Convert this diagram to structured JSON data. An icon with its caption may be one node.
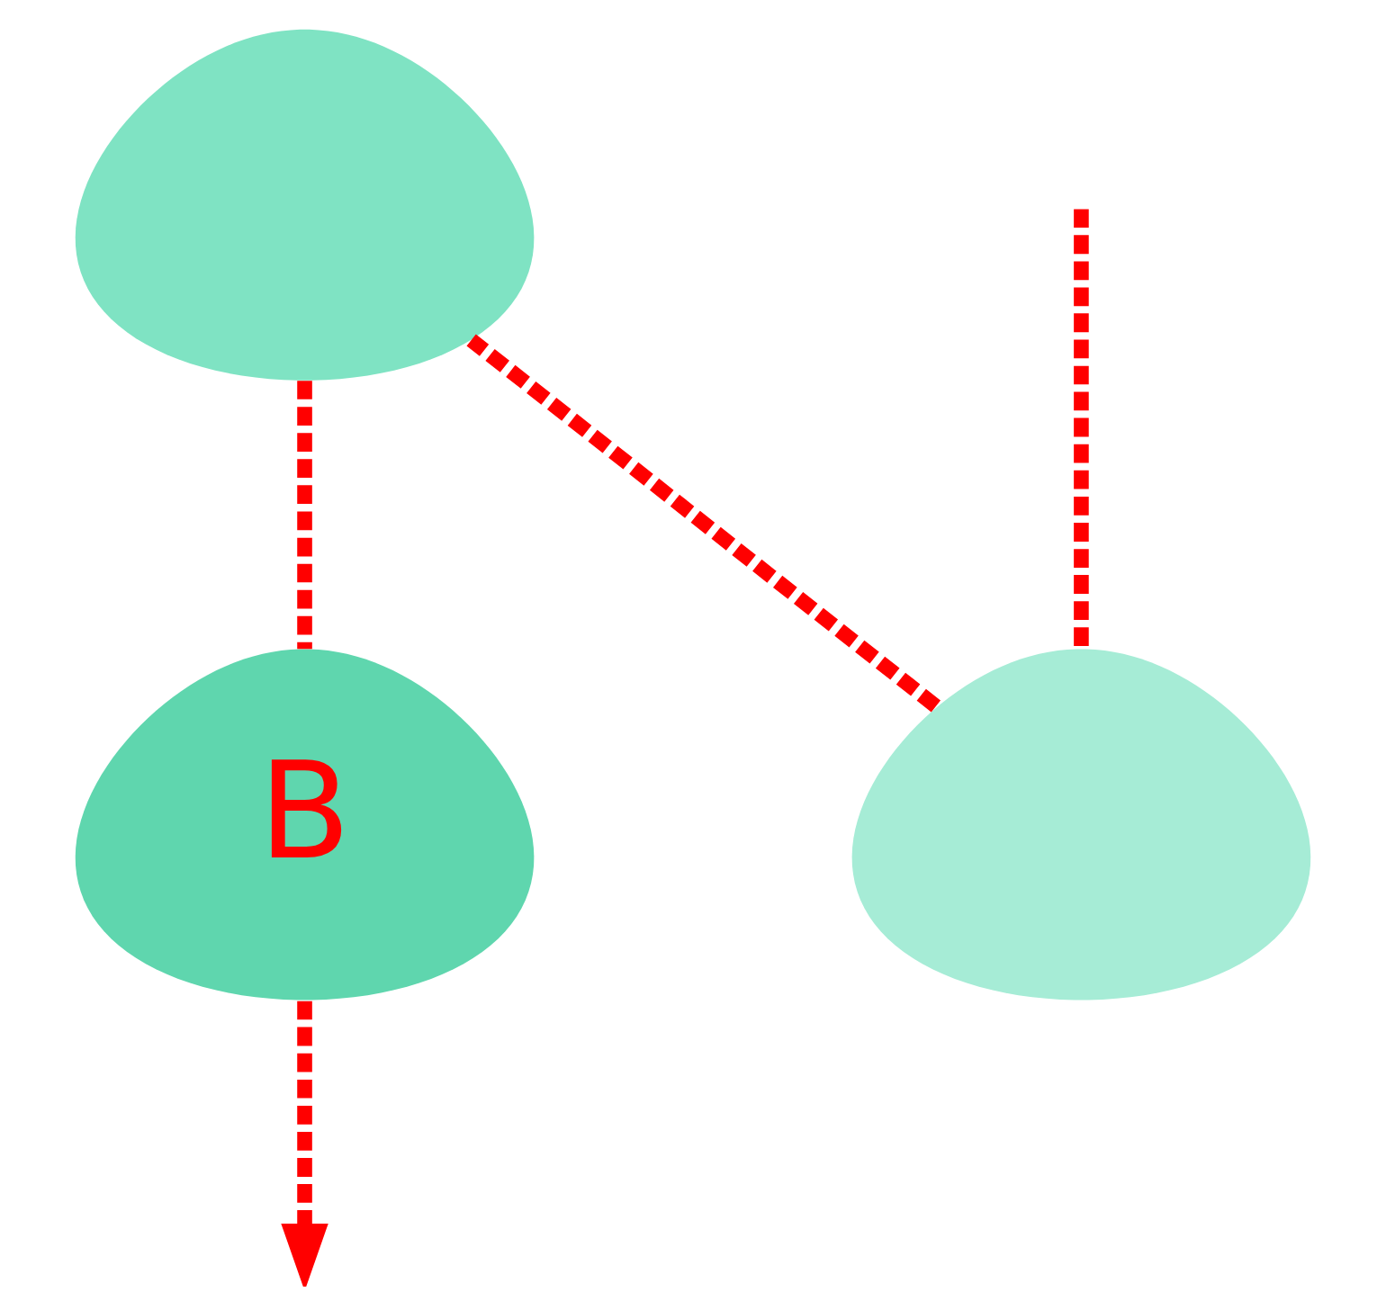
{
  "diagram": {
    "nodes": [
      {
        "text": [],
        "shape": "blob"
      },
      {
        "text": [
          "B"
        ]
      },
      {
        "text": [],
        "shape": "blob"
      }
    ],
    "edges": [
      {
        "from": null,
        "to": 2,
        "arrow": "none",
        "style": "dashed",
        "color": "#ff0000"
      },
      {
        "from": 2,
        "to": 0,
        "arrow": "none",
        "style": "dashed",
        "color": "#ff0000"
      },
      {
        "from": 0,
        "to": 1,
        "arrow": "none",
        "style": "dashed",
        "color": "#ff0000"
      },
      {
        "from": 1,
        "to": null,
        "arrow": "to",
        "style": "dashed",
        "color": "#ff0000"
      }
    ]
  }
}
